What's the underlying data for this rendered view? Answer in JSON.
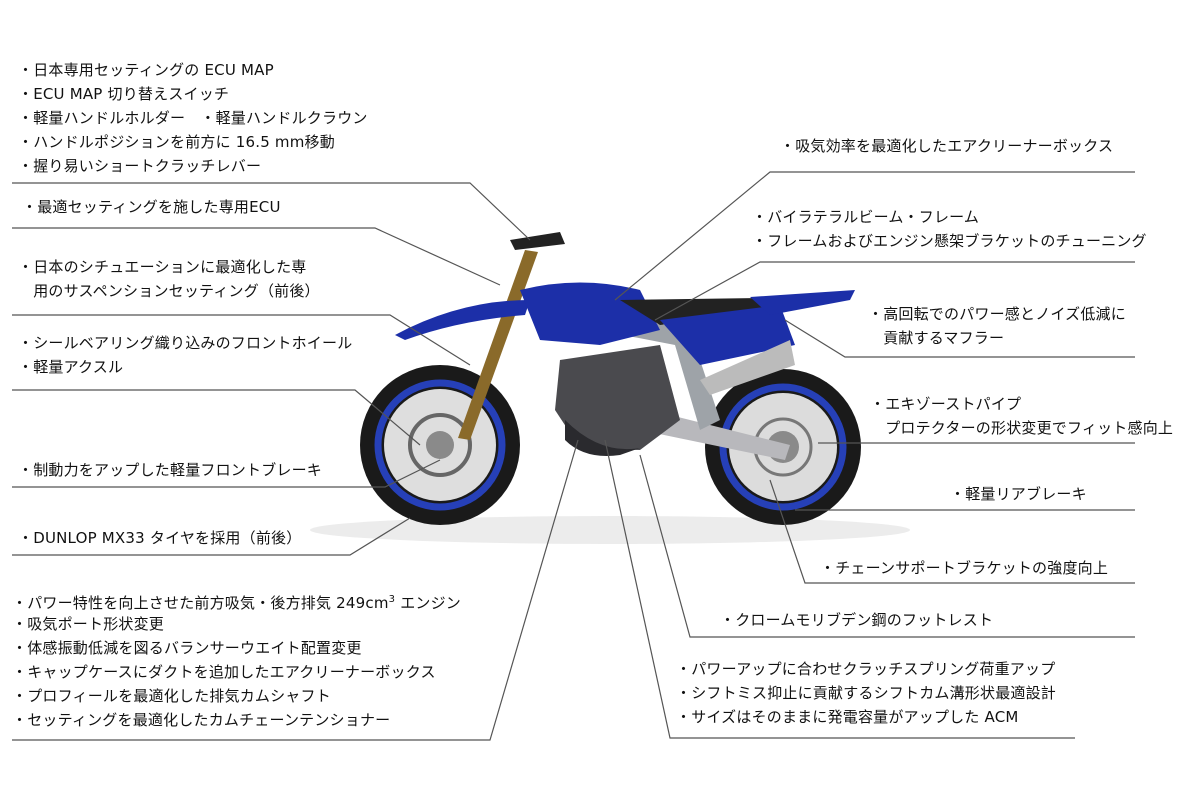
{
  "groups": {
    "g1": [
      "・日本専用セッティングの ECU MAP",
      "・ECU MAP 切り替えスイッチ",
      "・軽量ハンドルホルダー　・軽量ハンドルクラウン",
      "・ハンドルポジションを前方に 16.5 mm移動",
      "・握り易いショートクラッチレバー"
    ],
    "g2": [
      "・最適セッティングを施した専用ECU"
    ],
    "g3": [
      "・日本のシチュエーションに最適化した専",
      "　用のサスペンションセッティング（前後）"
    ],
    "g4": [
      "・シールベアリング織り込みのフロントホイール",
      "・軽量アクスル"
    ],
    "g5": [
      "・制動力をアップした軽量フロントブレーキ"
    ],
    "g6": [
      "・DUNLOP MX33 タイヤを採用（前後）"
    ],
    "g7_first": "・パワー特性を向上させた前方吸気・後方排気 249cm",
    "g7_sup": "3",
    "g7_first_tail": " エンジン",
    "g7": [
      "・吸気ポート形状変更",
      "・体感振動低減を図るバランサーウエイト配置変更",
      "・キャップケースにダクトを追加したエアクリーナーボックス",
      "・プロフィールを最適化した排気カムシャフト",
      "・セッティングを最適化したカムチェーンテンショナー"
    ],
    "g8": [
      "・吸気効率を最適化したエアクリーナーボックス"
    ],
    "g9": [
      "・バイラテラルビーム・フレーム",
      "・フレームおよびエンジン懸架ブラケットのチューニング"
    ],
    "g10": [
      "・高回転でのパワー感とノイズ低減に",
      "　貢献するマフラー"
    ],
    "g11": [
      "・エキゾーストパイプ",
      "　プロテクターの形状変更でフィット感向上"
    ],
    "g12": [
      "・軽量リアブレーキ"
    ],
    "g13": [
      "・チェーンサポートブラケットの強度向上"
    ],
    "g14": [
      "・クロームモリブデン鋼のフットレスト"
    ],
    "g15": [
      "・パワーアップに合わせクラッチスプリング荷重アップ",
      "・シフトミス抑止に貢献するシフトカム溝形状最適設計",
      "・サイズはそのままに発電容量がアップした ACM"
    ]
  },
  "colors": {
    "body_blue": "#1c2fa8",
    "rim_blue": "#2640b8",
    "line_gray": "#555555",
    "fork_gold": "#8a6a2a"
  }
}
